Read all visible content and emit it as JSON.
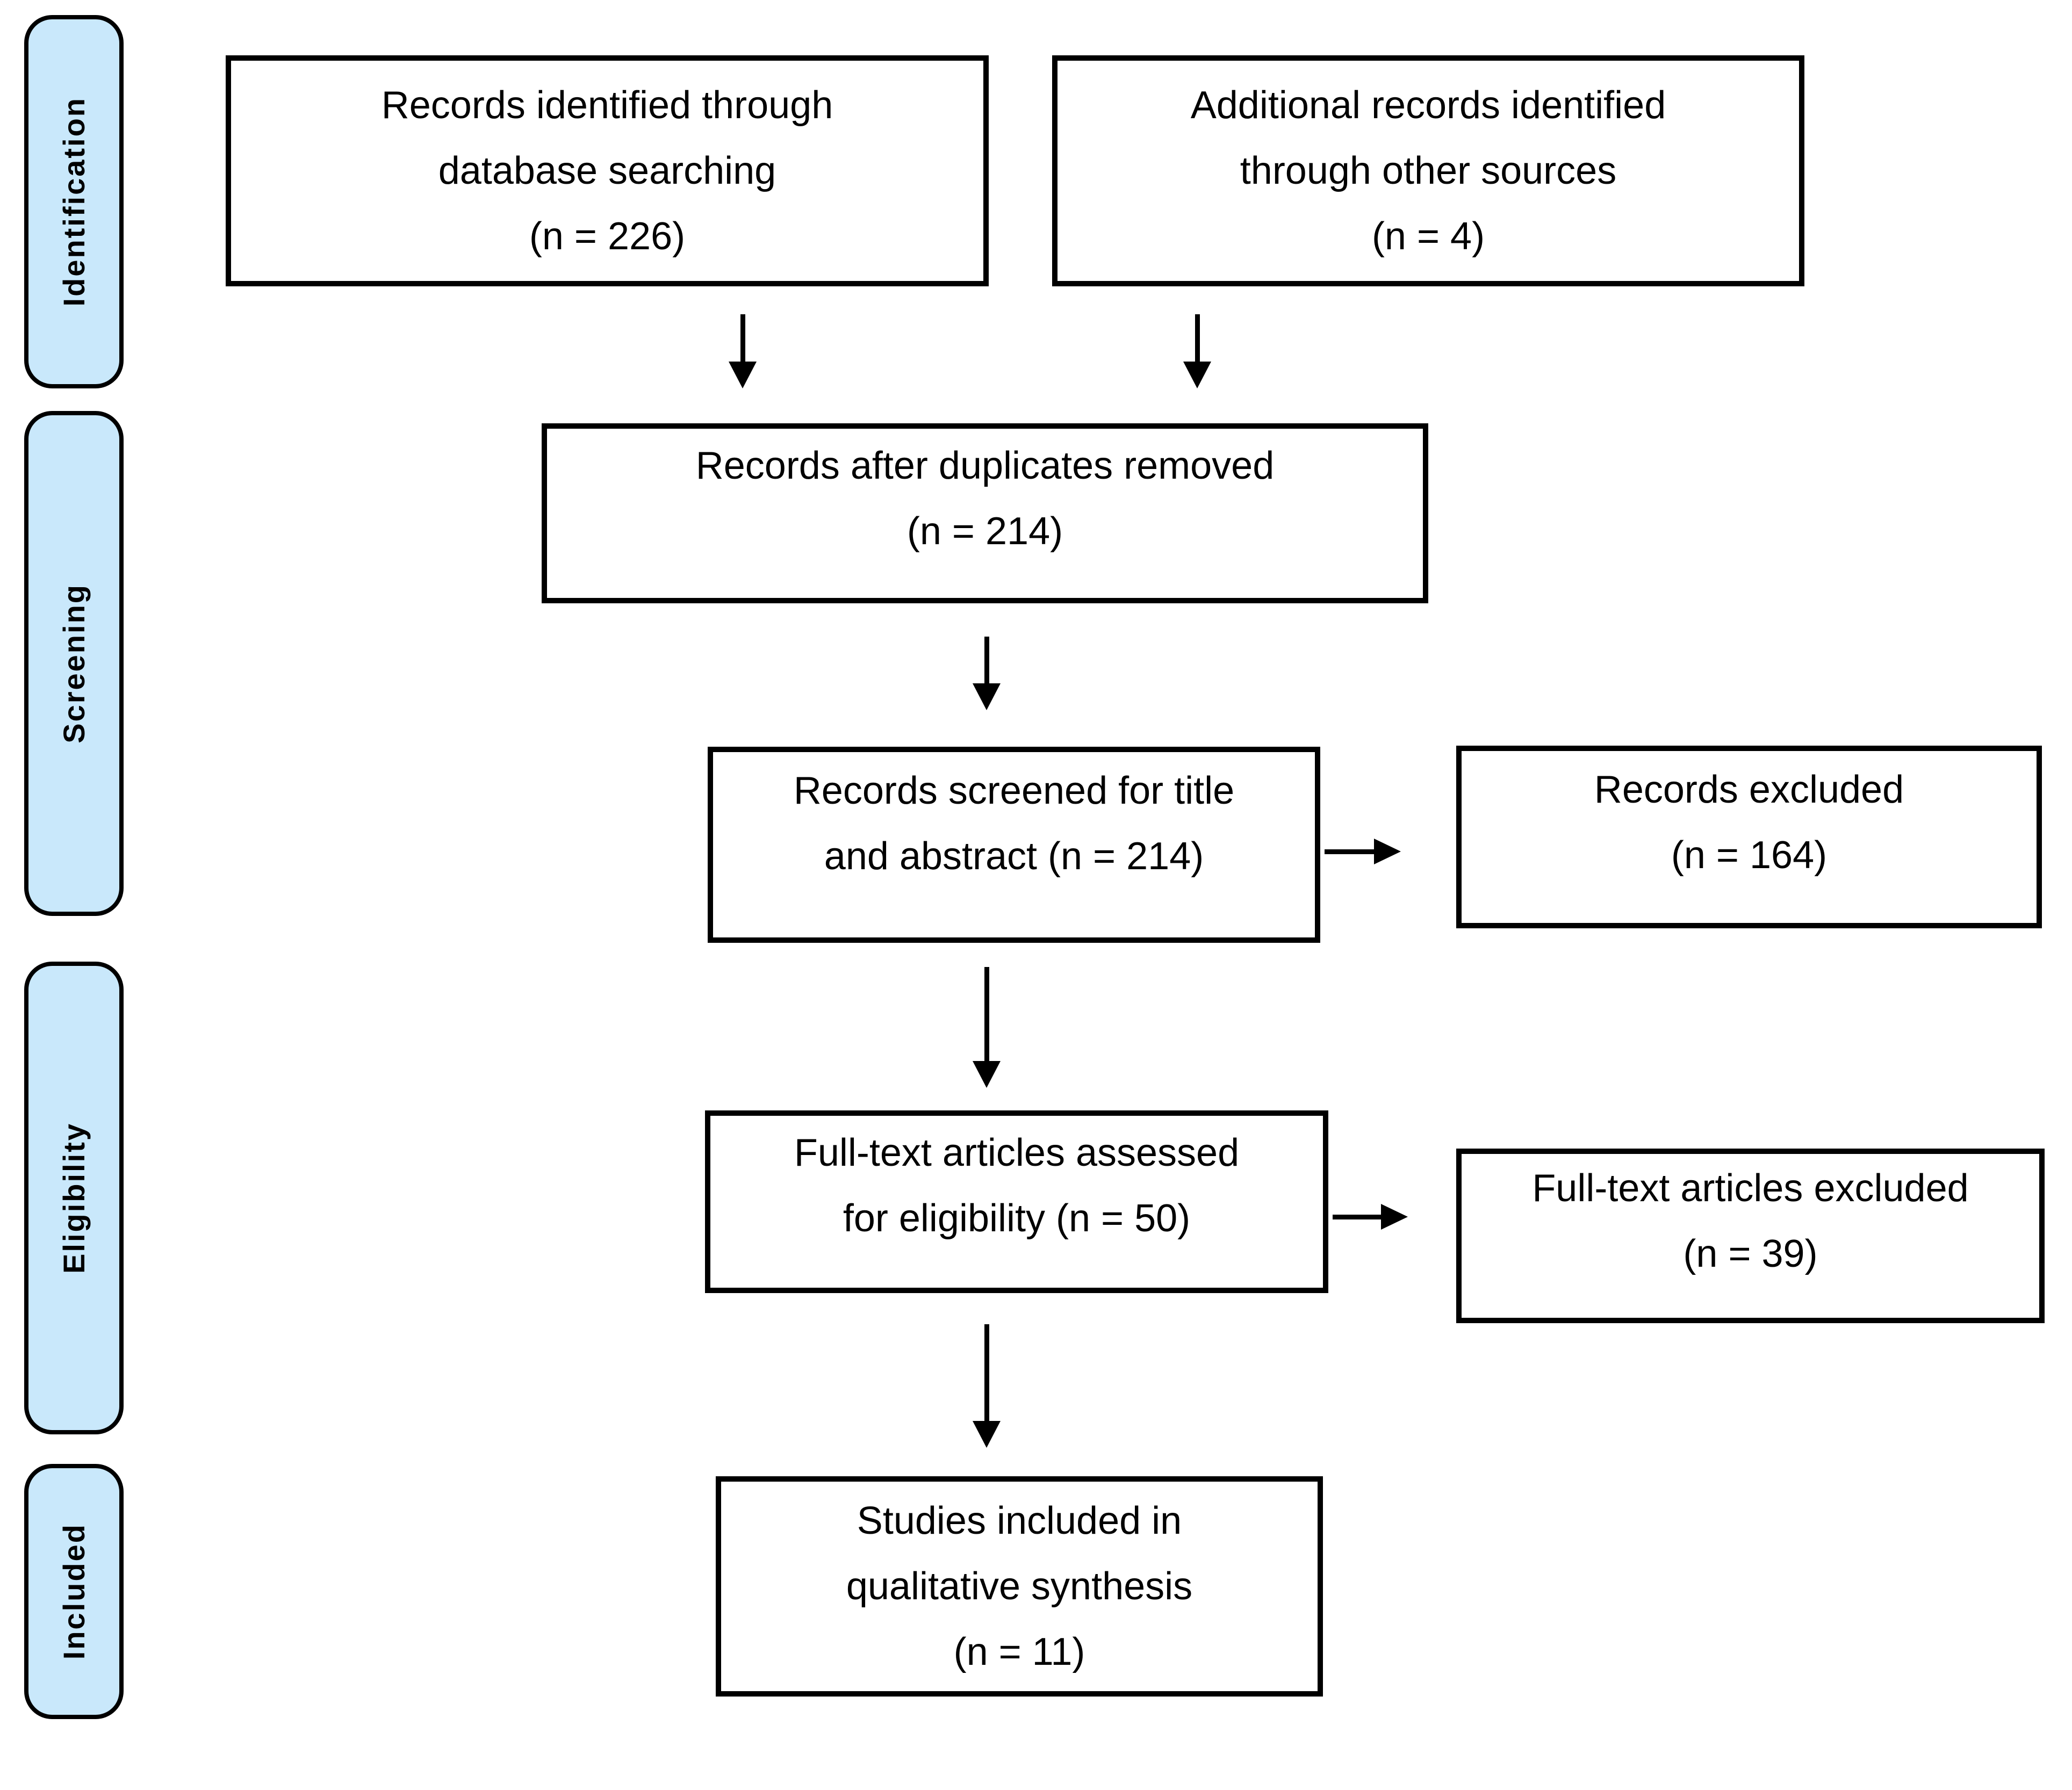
{
  "colors": {
    "background": "#FFFFFF",
    "text": "#000000",
    "phase_fill": "#C9E8FB",
    "phase_border": "#000000",
    "box_fill": "#FFFFFF",
    "box_border": "#000000",
    "arrow": "#000000"
  },
  "phases": [
    {
      "id": "identification",
      "label": "Identification"
    },
    {
      "id": "screening",
      "label": "Screening"
    },
    {
      "id": "eligibility",
      "label": "Eligibility"
    },
    {
      "id": "included",
      "label": "Included"
    }
  ],
  "boxes": {
    "records_identified": {
      "lines": [
        "Records identified through",
        "database searching",
        "(n = 226)"
      ],
      "n": 226
    },
    "additional_records": {
      "lines": [
        "Additional records identified",
        "through other sources",
        "(n = 4)"
      ],
      "n": 4
    },
    "after_duplicates": {
      "lines": [
        "Records after duplicates removed",
        "(n = 214)"
      ],
      "n": 214
    },
    "screened": {
      "lines": [
        "Records screened for title",
        "and abstract (n = 214)"
      ],
      "n": 214
    },
    "records_excluded": {
      "lines": [
        "Records excluded",
        "(n = 164)"
      ],
      "n": 164
    },
    "fulltext_assessed": {
      "lines": [
        "Full-text articles assessed",
        "for eligibility (n = 50)"
      ],
      "n": 50
    },
    "fulltext_excluded": {
      "lines": [
        "Full-text articles excluded",
        "(n = 39)"
      ],
      "n": 39
    },
    "included_studies": {
      "lines": [
        "Studies included in",
        "qualitative synthesis",
        "(n = 11)"
      ],
      "n": 11
    }
  },
  "edges": [
    {
      "from": "records_identified",
      "to": "after_duplicates",
      "direction": "down"
    },
    {
      "from": "additional_records",
      "to": "after_duplicates",
      "direction": "down"
    },
    {
      "from": "after_duplicates",
      "to": "screened",
      "direction": "down"
    },
    {
      "from": "screened",
      "to": "records_excluded",
      "direction": "right"
    },
    {
      "from": "screened",
      "to": "fulltext_assessed",
      "direction": "down"
    },
    {
      "from": "fulltext_assessed",
      "to": "fulltext_excluded",
      "direction": "right"
    },
    {
      "from": "fulltext_assessed",
      "to": "included_studies",
      "direction": "down"
    }
  ]
}
